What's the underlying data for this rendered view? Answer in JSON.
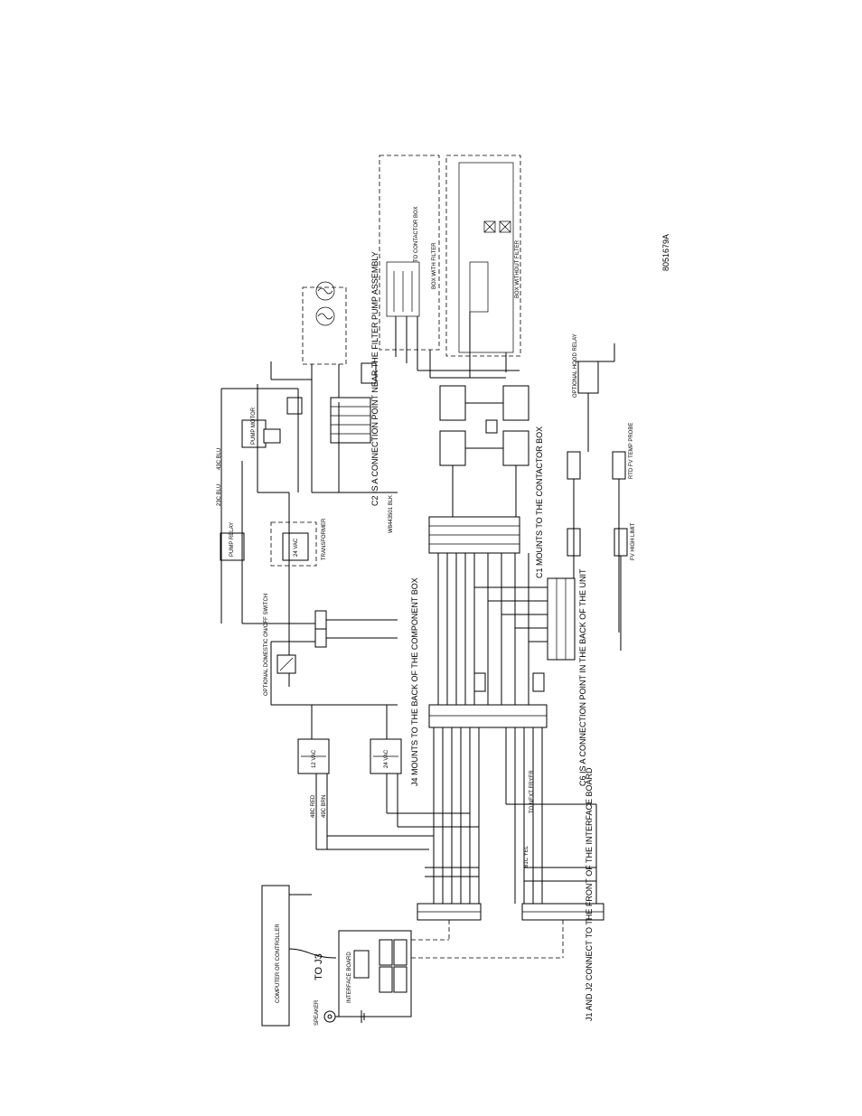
{
  "labels": {
    "c2_note": "C2 IS A CONNECTION POINT NEAR THE FILTER PUMP ASSEMBLY",
    "c1_note": "C1 MOUNTS TO THE CONTACTOR BOX",
    "j4_note": "J4 MOUNTS TO THE BACK OF THE COMPONENT BOX",
    "c6_note": "C6 IS A CONNECTION POINT IN THE BACK OF THE UNIT",
    "j1j2_note": "J1 AND J2 CONNECT TO THE FRONT OF THE INTERFACE BOARD",
    "to_j3": "TO J3",
    "computer": "COMPUTER OR CONTROLLER",
    "speaker": "SPEAKER",
    "interface_board": "INTERFACE BOARD",
    "box_with_filter": "BOX WITH FILTER",
    "box_without_filter": "BOX WITHOUT FILTER",
    "to_contactor_box": "TO CONTACTOR BOX",
    "pump_relay": "PUMP RELAY",
    "pump_motor": "PUMP MOTOR",
    "transformer": "TRANSFORMER",
    "vac24": "24 VAC",
    "vac12": "12 VAC",
    "vac24b": "24 VAC",
    "optional_switch": "OPTIONAL DOMESTIC ON/OFF SWITCH",
    "to_next_fryer": "TO NEXT FRYER",
    "optional_hood_relay": "OPTIONAL HOOD RELAY",
    "high_limit": "FV HIGH LIMIT",
    "temp_probe": "RTD FV TEMP PROBE",
    "part_number": "8051679A",
    "w8443501": "W8443501 BLK",
    "wire_43c": "43C BLU",
    "wire_23c": "23C BLU",
    "wire_81c": "81C YEL",
    "wire_48c": "48C RED",
    "wire_49c": "49C BRN"
  }
}
